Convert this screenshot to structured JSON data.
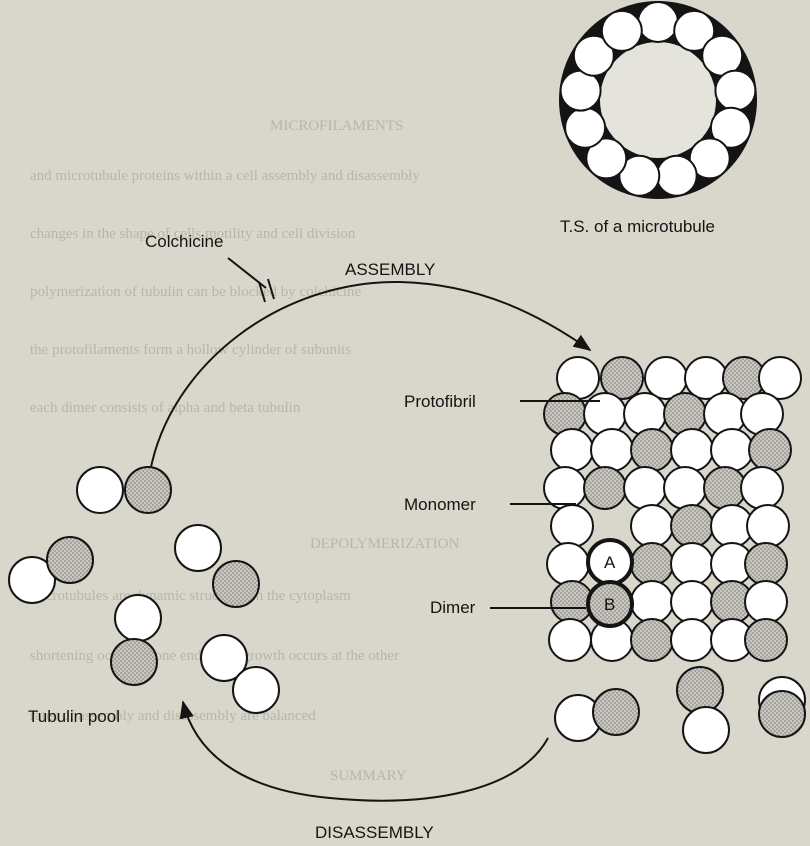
{
  "labels": {
    "ts_caption": "T.S. of a microtubule",
    "colchicine": "Colchicine",
    "assembly": "ASSEMBLY",
    "protofibril": "Protofibril",
    "monomer": "Monomer",
    "dimer": "Dimer",
    "subunit_a": "A",
    "subunit_b": "B",
    "tubulin_pool": "Tubulin pool",
    "disassembly": "DISASSEMBLY"
  },
  "colors": {
    "background": "#d9d7cb",
    "ink": "#141414",
    "white_subunit": "#ffffff",
    "shaded_subunit": "#b4b2ab"
  }
}
